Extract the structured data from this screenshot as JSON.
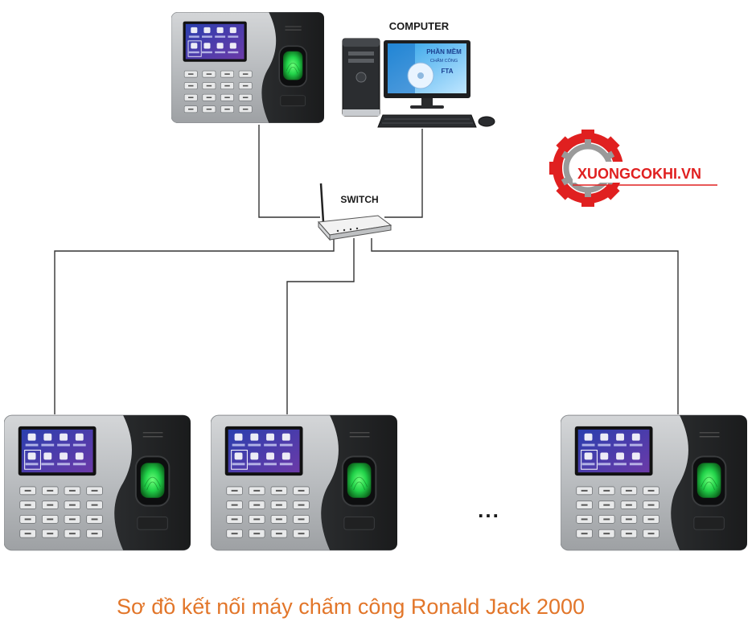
{
  "labels": {
    "computer": "COMPUTER",
    "switch": "SWITCH",
    "ellipsis": "...",
    "caption": "Sơ đồ kết nối máy chấm công Ronald Jack 2000"
  },
  "monitor_screen": {
    "line1": "PHẦN MỀM",
    "line2": "CHẤM CÔNG",
    "line3": "FTA"
  },
  "logo": {
    "text": "XUONGCOKHI.VN"
  },
  "colors": {
    "caption": "#e2762a",
    "logo_red": "#e02020",
    "logo_gray": "#9a9a9a",
    "fingerprint_glow": "#22d34a",
    "wire": "#333333"
  },
  "icons": {
    "terminal": "fingerprint-terminal-icon",
    "computer": "desktop-computer-icon",
    "switch": "network-switch-icon",
    "logo": "gear-logo-icon"
  }
}
